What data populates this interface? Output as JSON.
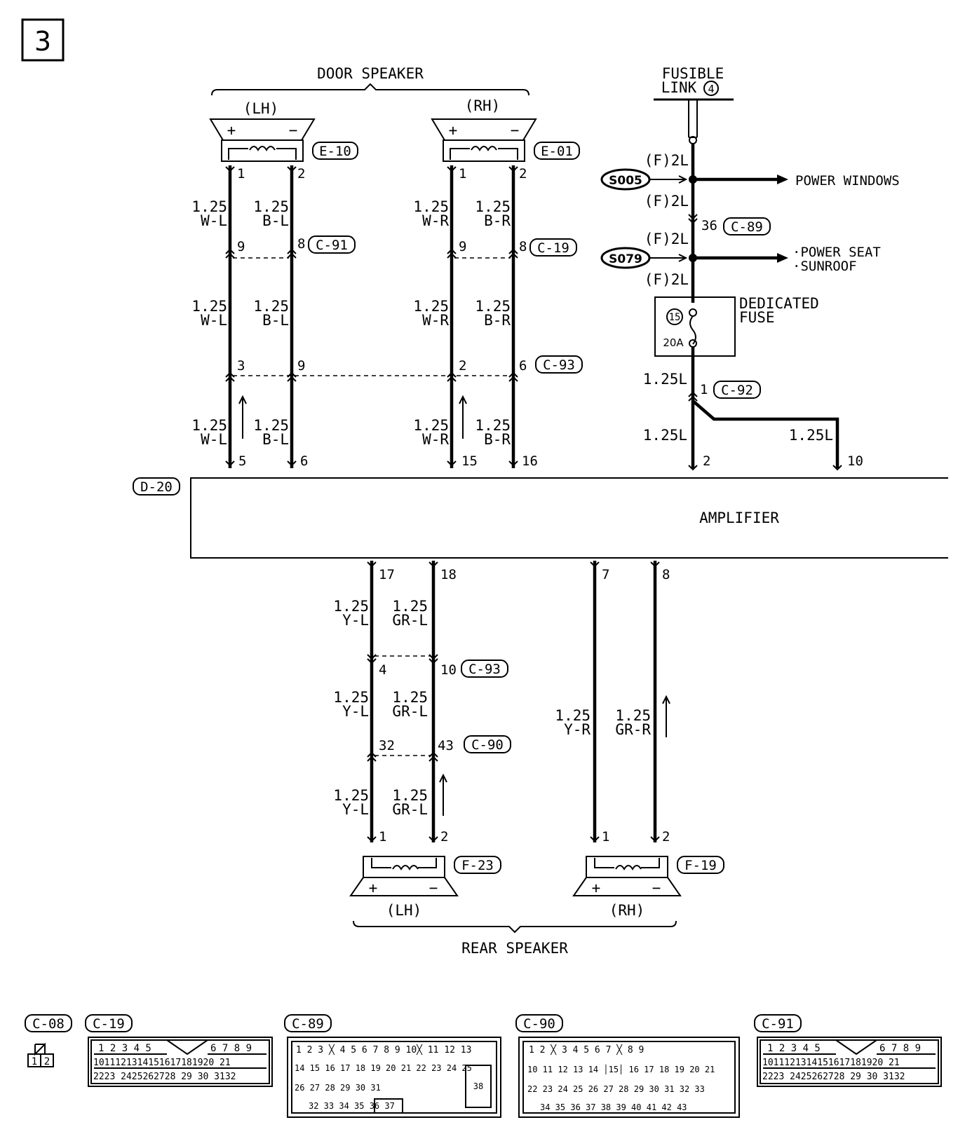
{
  "page_number": "3",
  "door_speaker": {
    "title": "DOOR SPEAKER",
    "lh": {
      "label": "(LH)",
      "connector": "E-10",
      "plus": "+",
      "minus": "−",
      "pin1": "1",
      "pin2": "2"
    },
    "rh": {
      "label": "(RH)",
      "connector": "E-01",
      "plus": "+",
      "minus": "−",
      "pin1": "1",
      "pin2": "2"
    }
  },
  "rear_speaker": {
    "title": "REAR SPEAKER",
    "lh": {
      "label": "(LH)",
      "connector": "F-23",
      "plus": "+",
      "minus": "−",
      "pin1": "1",
      "pin2": "2"
    },
    "rh": {
      "label": "(RH)",
      "connector": "F-19",
      "plus": "+",
      "minus": "−",
      "pin1": "1",
      "pin2": "2"
    }
  },
  "wires": {
    "size": "1.25",
    "w_l": "W-L",
    "b_l": "B-L",
    "w_r": "W-R",
    "b_r": "B-R",
    "y_l": "Y-L",
    "gr_l": "GR-L",
    "y_r": "Y-R",
    "gr_r": "GR-R"
  },
  "door_connectors": {
    "c91": {
      "name": "C-91",
      "pin_a": "9",
      "pin_b": "8"
    },
    "c19": {
      "name": "C-19",
      "pin_a": "9",
      "pin_b": "8"
    },
    "c93": {
      "name": "C-93",
      "pin_lh_a": "3",
      "pin_lh_b": "9",
      "pin_rh_a": "2",
      "pin_rh_b": "6"
    }
  },
  "amplifier": {
    "label": "AMPLIFIER",
    "connector": "D-20",
    "pins_top": [
      "5",
      "6",
      "15",
      "16",
      "2",
      "10"
    ],
    "pins_bottom": [
      "17",
      "18",
      "7",
      "8"
    ]
  },
  "rear_connectors": {
    "c93": {
      "name": "C-93",
      "pin_a": "4",
      "pin_b": "10"
    },
    "c90": {
      "name": "C-90",
      "pin_a": "32",
      "pin_b": "43"
    }
  },
  "power": {
    "fusible_link": "FUSIBLE",
    "fusible_link2": "LINK",
    "fusible_num": "4",
    "f2l": "(F)2L",
    "splice1": "S005",
    "splice2": "S079",
    "power_windows": "POWER WINDOWS",
    "power_seat": "·POWER SEAT",
    "sunroof": "·SUNROOF",
    "c89": {
      "name": "C-89",
      "pin": "36"
    },
    "fuse_label1": "DEDICATED",
    "fuse_label2": "FUSE",
    "fuse_num": "15",
    "fuse_amp": "20A",
    "wire_125l": "1.25L",
    "c92": {
      "name": "C-92",
      "pin": "1"
    }
  },
  "connector_views": {
    "c08": {
      "name": "C-08",
      "pins": [
        "1",
        "2"
      ]
    },
    "c19": {
      "name": "C-19",
      "row1": [
        "1",
        "2",
        "3",
        "4",
        "5",
        "",
        "",
        "",
        "6",
        "7",
        "8",
        "9"
      ],
      "row2": [
        "10",
        "11",
        "12",
        "13",
        "14",
        "15",
        "16",
        "17",
        "18",
        "19",
        "20",
        "21"
      ],
      "row3": [
        "22",
        "23",
        "",
        "24",
        "25",
        "26",
        "27",
        "28",
        "29",
        "30",
        "",
        "31",
        "32"
      ]
    },
    "c89": {
      "name": "C-89"
    },
    "c90": {
      "name": "C-90"
    },
    "c91": {
      "name": "C-91",
      "row1": [
        "1",
        "2",
        "3",
        "4",
        "5",
        "",
        "",
        "",
        "6",
        "7",
        "8",
        "9"
      ],
      "row2": [
        "10",
        "11",
        "12",
        "13",
        "14",
        "15",
        "16",
        "17",
        "18",
        "19",
        "20",
        "21"
      ],
      "row3": [
        "22",
        "23",
        "",
        "24",
        "25",
        "26",
        "27",
        "28",
        "29",
        "30",
        "",
        "31",
        "32"
      ]
    }
  }
}
